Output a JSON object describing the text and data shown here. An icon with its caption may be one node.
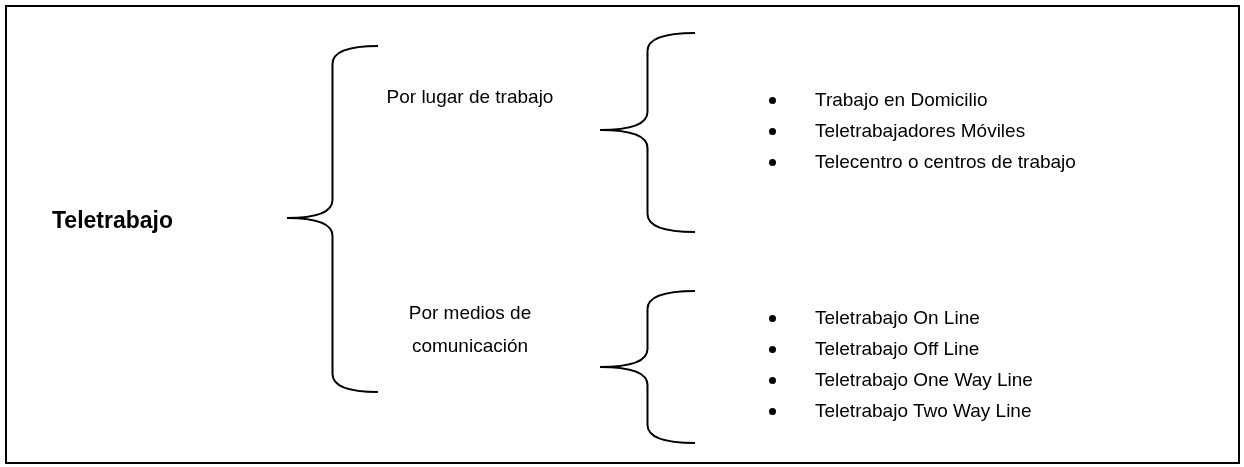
{
  "diagram": {
    "labels": [
      "Teletrabajo",
      "Por lugar de trabajo",
      "Trabajo en Domicilio",
      "Teletrabajadores Móviles",
      "Telecentro o centros de trabajo",
      "Por medios de comunicación",
      "Teletrabajo On Line",
      "Teletrabajo Off Line",
      "Teletrabajo One Way Line",
      "Teletrabajo Two Way Line"
    ]
  }
}
